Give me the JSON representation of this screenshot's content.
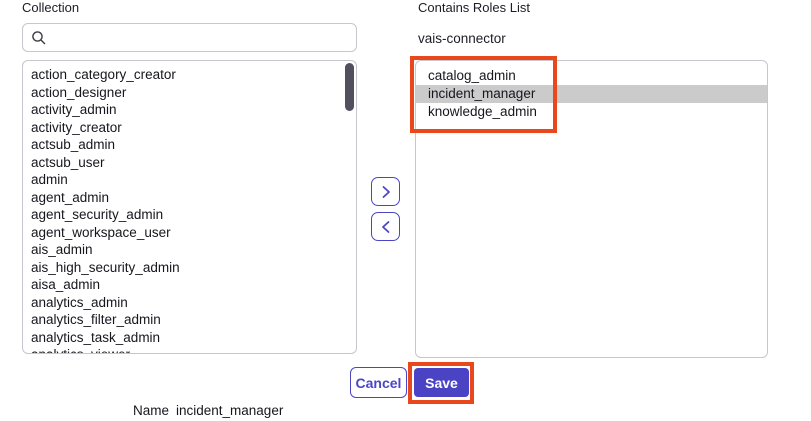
{
  "collection": {
    "label": "Collection",
    "search": {
      "placeholder": ""
    },
    "items": [
      "action_category_creator",
      "action_designer",
      "activity_admin",
      "activity_creator",
      "actsub_admin",
      "actsub_user",
      "admin",
      "agent_admin",
      "agent_security_admin",
      "agent_workspace_user",
      "ais_admin",
      "ais_high_security_admin",
      "aisa_admin",
      "analytics_admin",
      "analytics_filter_admin",
      "analytics_task_admin",
      "analytics_viewer"
    ]
  },
  "roles": {
    "label": "Contains Roles List",
    "group_name": "vais-connector",
    "items": [
      {
        "label": "catalog_admin",
        "selected": false
      },
      {
        "label": "incident_manager",
        "selected": true
      },
      {
        "label": "knowledge_admin",
        "selected": false
      }
    ]
  },
  "actions": {
    "cancel_label": "Cancel",
    "save_label": "Save"
  },
  "footer": {
    "name_label": "Name",
    "name_value": "incident_manager"
  },
  "icons": {
    "search": "magnifier",
    "move_right": "chevron-right",
    "move_left": "chevron-left"
  },
  "colors": {
    "accent": "#4c46c7",
    "save_background": "#4a44c4",
    "annotation": "#e8481c",
    "selected_row": "#cbcbcb",
    "scrollbar_thumb": "#52505f",
    "box_border": "#c6c6cc"
  }
}
